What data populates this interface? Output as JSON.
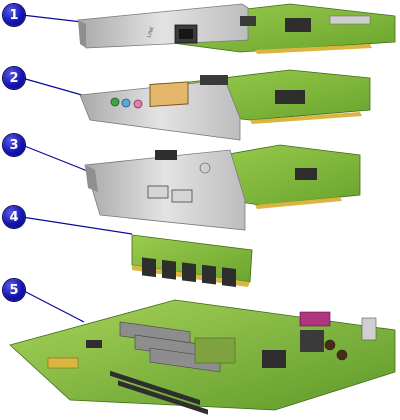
{
  "callouts": [
    {
      "number": "1",
      "part": "network-card"
    },
    {
      "number": "2",
      "part": "audio-game-port-card"
    },
    {
      "number": "3",
      "part": "firewire-card"
    },
    {
      "number": "4",
      "part": "memory-module"
    },
    {
      "number": "5",
      "part": "system-board"
    }
  ],
  "card1_bracket_text": "LINK",
  "colors": {
    "callout_fill": "#1414b4",
    "leader_line": "#0a0a9a",
    "pcb_green": "#7fb93a",
    "bracket_gray": "#c9c9c9",
    "gold_contacts": "#d9b640"
  }
}
